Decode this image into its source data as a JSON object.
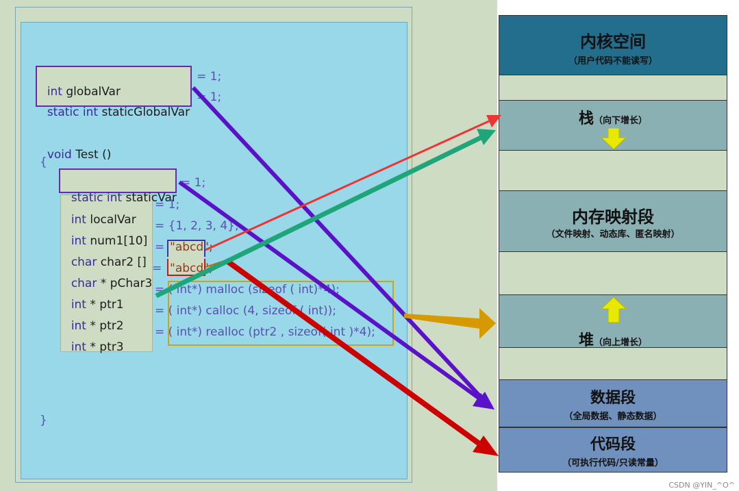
{
  "code": {
    "global_var_kw": "int",
    "global_var_name": " globalVar",
    "global_var_init": "= 1;",
    "static_global_kw": "static int",
    "static_global_name": " staticGlobalVar",
    "static_global_init": "= 1;",
    "func_kw": "void",
    "func_name": " Test ()",
    "open_brace": "{",
    "close_brace": "}",
    "static_var_kw": "static int",
    "static_var_name": " staticVar",
    "static_var_init": "= 1;",
    "local_var_kw": "int",
    "local_var_name": " localVar",
    "local_var_init": "= 1;",
    "num1_kw": "int",
    "num1_name": " num1[10]",
    "num1_init": "= {1, 2, 3, 4};",
    "char2_kw": "char",
    "char2_name": " char2 []",
    "char2_eq": "=",
    "char2_str": "\"abcd\";",
    "pchar3_kw": "char",
    "pchar3_name": " * pChar3",
    "pchar3_eq": "=",
    "pchar3_str": "\"abcd\";",
    "ptr1_kw": "int",
    "ptr1_name": " * ptr1",
    "ptr1_init": "= ( int*) malloc (sizeof ( int)*4);",
    "ptr2_kw": "int",
    "ptr2_name": " * ptr2",
    "ptr2_init": "= ( int*) calloc (4, sizeof ( int));",
    "ptr3_kw": "int",
    "ptr3_name": " * ptr3",
    "ptr3_init": "= ( int*) realloc (ptr2 , sizeof( int )*4);"
  },
  "memory": {
    "kernel_title": "内核空间",
    "kernel_sub": "（用户代码不能读写）",
    "stack_title": "栈",
    "stack_sub": "（向下增长）",
    "mmap_title": "内存映射段",
    "mmap_sub": "（文件映射、动态库、匿名映射）",
    "heap_title": "堆",
    "heap_sub": "（向上增长）",
    "data_title": "数据段",
    "data_sub": "（全局数据、静态数据）",
    "code_title": "代码段",
    "code_sub": "（可执行代码/只读常量）"
  },
  "colors": {
    "kernel": "#236e8c",
    "stack": "#8bb0b4",
    "mmap": "#8bb0b4",
    "heap": "#8bb0b4",
    "gap": "#cfdcc4",
    "data": "#7090bd",
    "code": "#7090bd",
    "arrow_purple": "#5a12c8",
    "arrow_red": "#cc0000",
    "arrow_green": "#1fa57a",
    "arrow_orange": "#d69a00",
    "arrow_thin_red": "#ee3333",
    "growth_arrow": "#e8e800"
  },
  "watermark": "CSDN @YIN_^O^"
}
